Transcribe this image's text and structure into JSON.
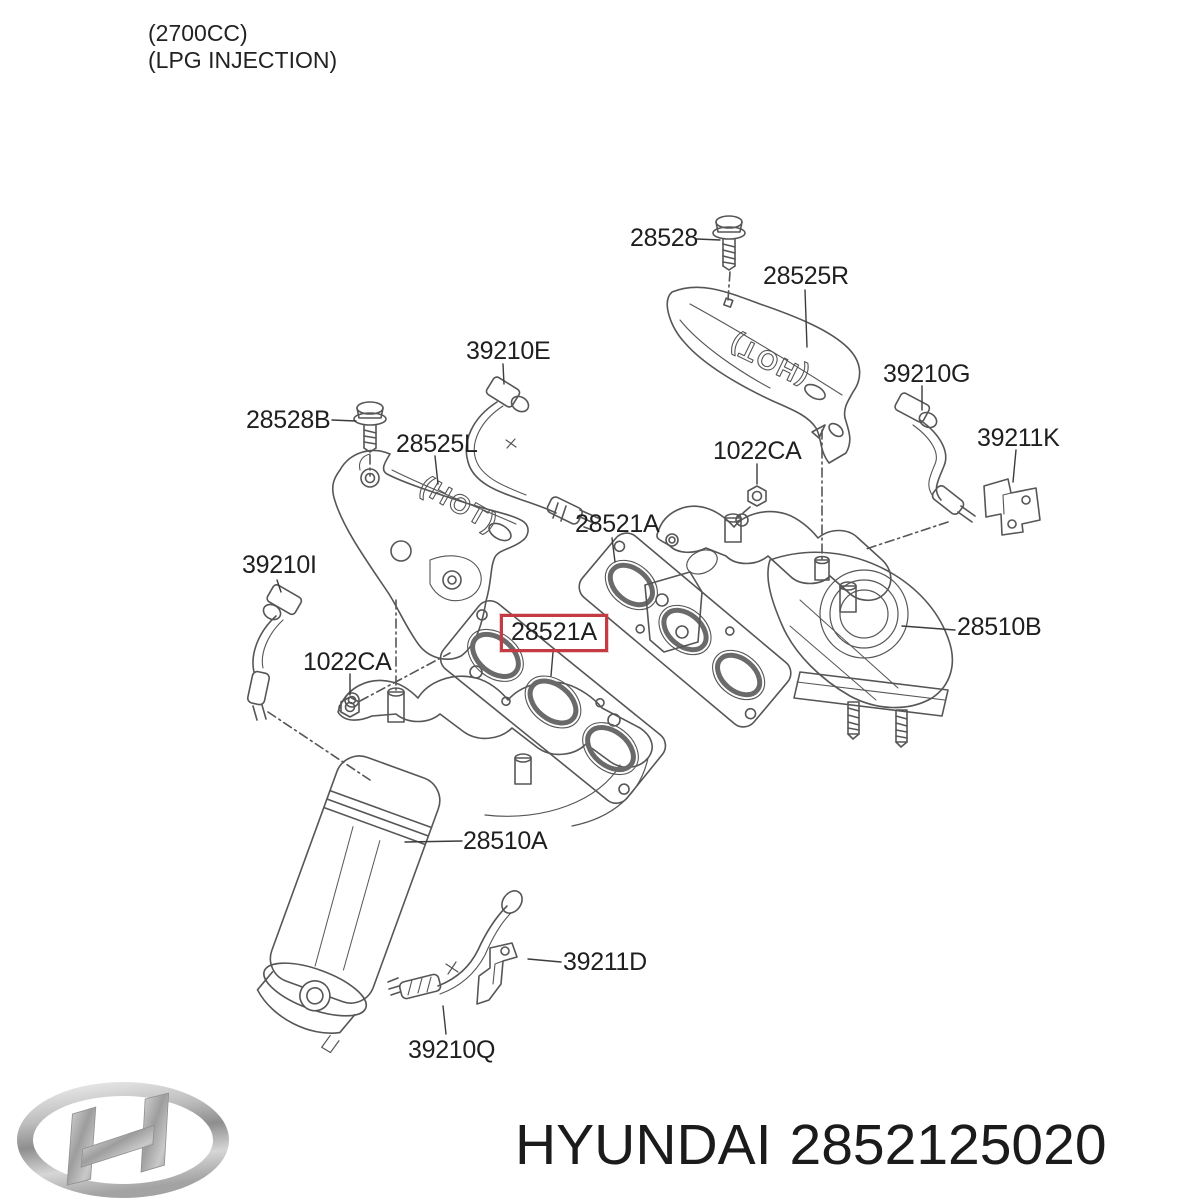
{
  "header": {
    "engine": "(2700CC)",
    "fuel": "(LPG INJECTION)"
  },
  "diagram": {
    "shield_marking": "(HOT)",
    "labels": {
      "bolt_28528": "28528",
      "heat_shield_rear": "28525R",
      "oxygen_sensor_e": "39210E",
      "oxygen_sensor_g": "39210G",
      "sensor_bracket_k": "39211K",
      "bolt_28528b": "28528B",
      "heat_shield_front": "28525L",
      "nut_right": "1022CA",
      "gasket_rear": "28521A",
      "oxygen_sensor_i": "39210I",
      "manifold_rear": "28510B",
      "nut_left": "1022CA",
      "gasket_highlighted": "28521A",
      "manifold_front": "28510A",
      "sensor_bracket_d": "39211D",
      "oxygen_sensor_q": "39210Q"
    },
    "highlight_color": "#c43b43",
    "line_color": "#565656",
    "label_color": "#1f1f1f"
  },
  "footer": {
    "brand": "HYUNDAI",
    "part_number": "2852125020",
    "text_color": "#1b1b1b"
  }
}
